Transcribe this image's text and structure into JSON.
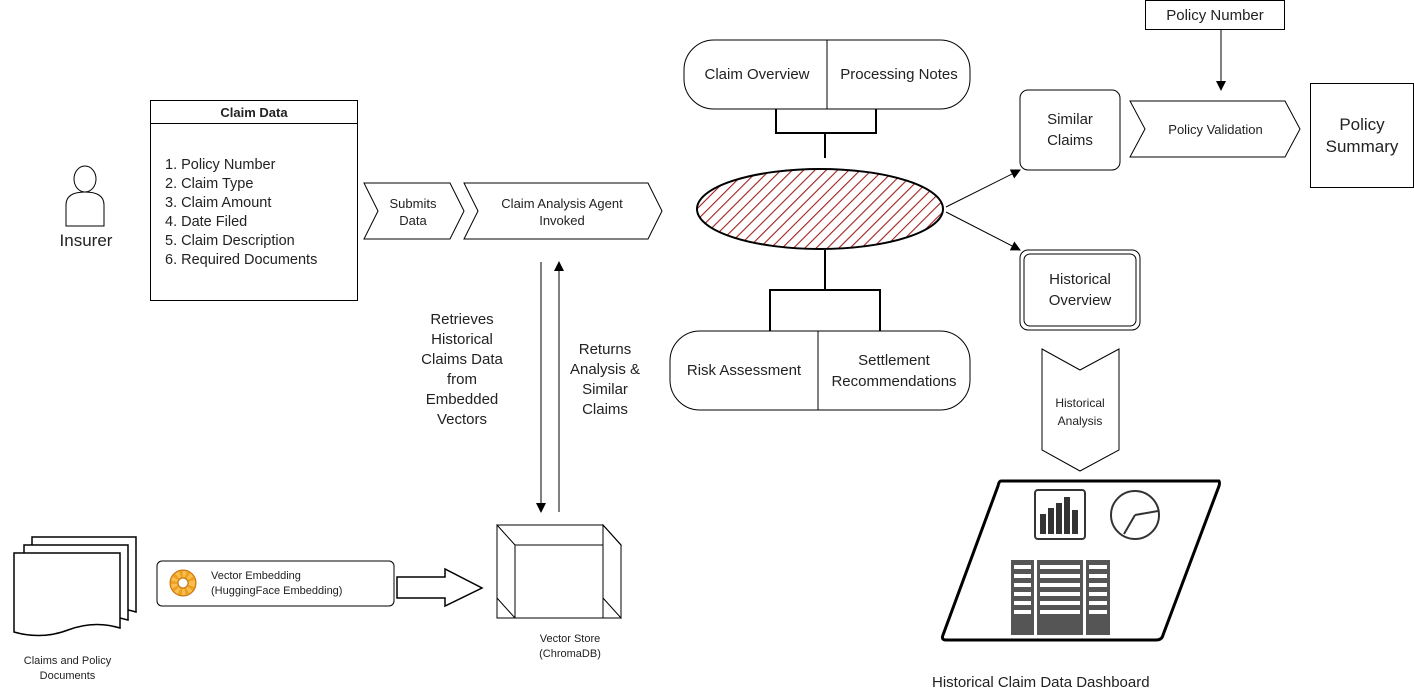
{
  "insurer": {
    "label": "Insurer"
  },
  "claim_data": {
    "title": "Claim Data",
    "items": [
      "1. Policy Number",
      "2. Claim Type",
      "3. Claim Amount",
      "4. Date Filed",
      "5. Claim Description",
      "6. Required Documents"
    ]
  },
  "flow": {
    "submits": "Submits Data",
    "agent": "Claim Analysis Agent Invoked",
    "retrieves": "Retrieves Historical Claims Data from Embedded Vectors",
    "returns": "Returns Analysis & Similar Claims"
  },
  "documents": {
    "label": "Claims and Policy Documents"
  },
  "embedding": {
    "line1": "Vector Embedding",
    "line2": "(HuggingFace Embedding)"
  },
  "vector_store": {
    "line1": "Vector Store",
    "line2": "(ChromaDB)"
  },
  "outputs_top": {
    "left": "Claim Overview",
    "right": "Processing Notes"
  },
  "outputs_bottom": {
    "left": "Risk Assessment",
    "right": "Settlement Recommendations"
  },
  "policy_number": "Policy Number",
  "similar_claims": "Similar Claims",
  "policy_validation": "Policy Validation",
  "policy_summary": "Policy Summary",
  "historical_overview": "Historical Overview",
  "historical_analysis": "Historical Analysis",
  "dashboard": {
    "label": "Historical Claim Data Dashboard"
  },
  "colors": {
    "hatch": "#a02020",
    "line": "#000000"
  }
}
